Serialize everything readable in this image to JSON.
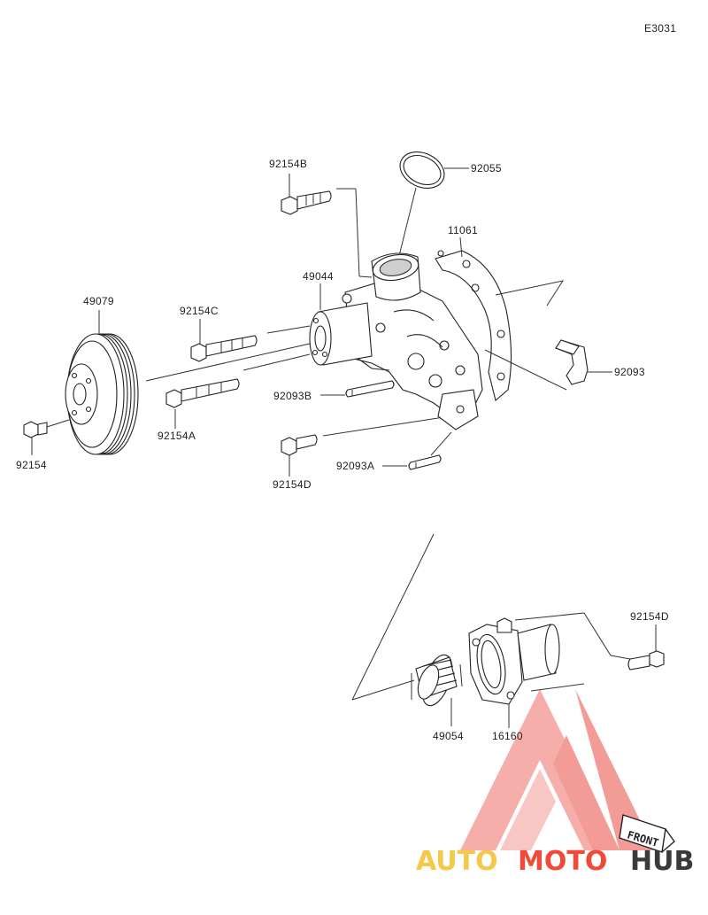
{
  "diagram_code": "E3031",
  "labels": {
    "p92055": "92055",
    "p92154B": "92154B",
    "p11061": "11061",
    "p49044": "49044",
    "p49079": "49079",
    "p92154C": "92154C",
    "p92093": "92093",
    "p92093B": "92093B",
    "p92154": "92154",
    "p92154A": "92154A",
    "p92093A": "92093A",
    "p92154D_top": "92154D",
    "p92154D_right": "92154D",
    "p49054": "49054",
    "p16160": "16160"
  },
  "front_marker": "FRONT",
  "watermark": {
    "part1": "AUTO",
    "part2": "MOTO",
    "part3": "HUB",
    "color_orange": "#f5c84a",
    "color_red": "#f04a3a",
    "color_dark": "#3a3a3a",
    "logo_color": "#f28a84"
  }
}
